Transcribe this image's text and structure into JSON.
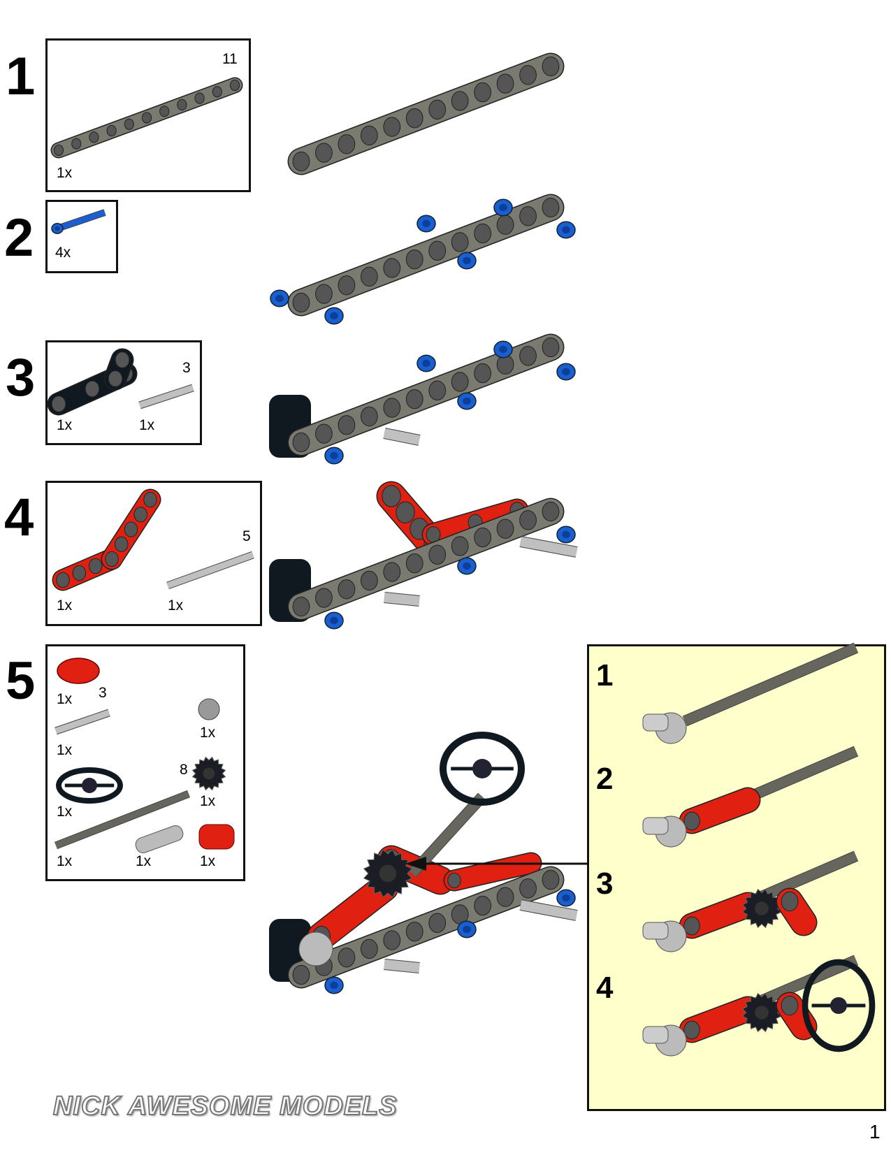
{
  "steps": [
    {
      "number": "1",
      "parts": [
        {
          "name": "beam",
          "qty": "1x",
          "length": "11"
        }
      ]
    },
    {
      "number": "2",
      "parts": [
        {
          "name": "pin",
          "qty": "4x"
        }
      ]
    },
    {
      "number": "3",
      "parts": [
        {
          "name": "bent-beam",
          "qty": "1x"
        },
        {
          "name": "axle",
          "qty": "1x",
          "length": "3"
        }
      ]
    },
    {
      "number": "4",
      "parts": [
        {
          "name": "red-bent-beam",
          "qty": "1x"
        },
        {
          "name": "axle",
          "qty": "1x",
          "length": "5"
        }
      ]
    },
    {
      "number": "5",
      "parts": [
        {
          "name": "red-pin-connector",
          "qty": "1x"
        },
        {
          "name": "axle",
          "qty": "1x",
          "length": "3"
        },
        {
          "name": "bush",
          "qty": "1x"
        },
        {
          "name": "gear",
          "qty": "1x"
        },
        {
          "name": "steering-wheel",
          "qty": "1x"
        },
        {
          "name": "axle",
          "qty": "1x",
          "length": "8"
        },
        {
          "name": "axle-connector",
          "qty": "1x"
        },
        {
          "name": "red-cross-block",
          "qty": "1x"
        }
      ]
    }
  ],
  "callout": {
    "substeps": [
      "1",
      "2",
      "3",
      "4"
    ],
    "background": "#ffffcc"
  },
  "colors": {
    "beam": "#7a7a70",
    "blue": "#1a5fd0",
    "red": "#e02010",
    "black": "#101820",
    "lightgray": "#c0c0c0"
  },
  "logo": "NICK AWESOME MODELS",
  "page_number": "1"
}
